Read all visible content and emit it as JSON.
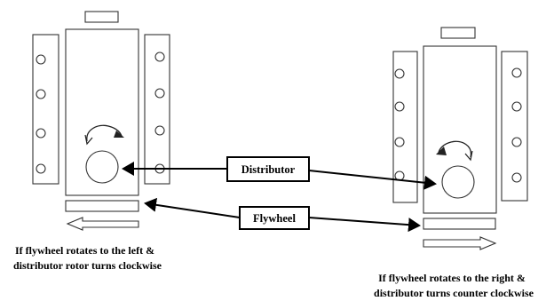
{
  "callouts": {
    "distributor": "Distributor",
    "flywheel": "Flywheel"
  },
  "captions": {
    "left_line1": "If flywheel rotates to the left &",
    "left_line2": "distributor rotor turns clockwise",
    "right_line1": "If flywheel rotates to the right &",
    "right_line2": "distributor turns counter clockwise"
  },
  "engines": {
    "left": {
      "rotor_direction": "clockwise",
      "flywheel_direction": "left"
    },
    "right": {
      "rotor_direction": "counter-clockwise",
      "flywheel_direction": "right"
    }
  }
}
